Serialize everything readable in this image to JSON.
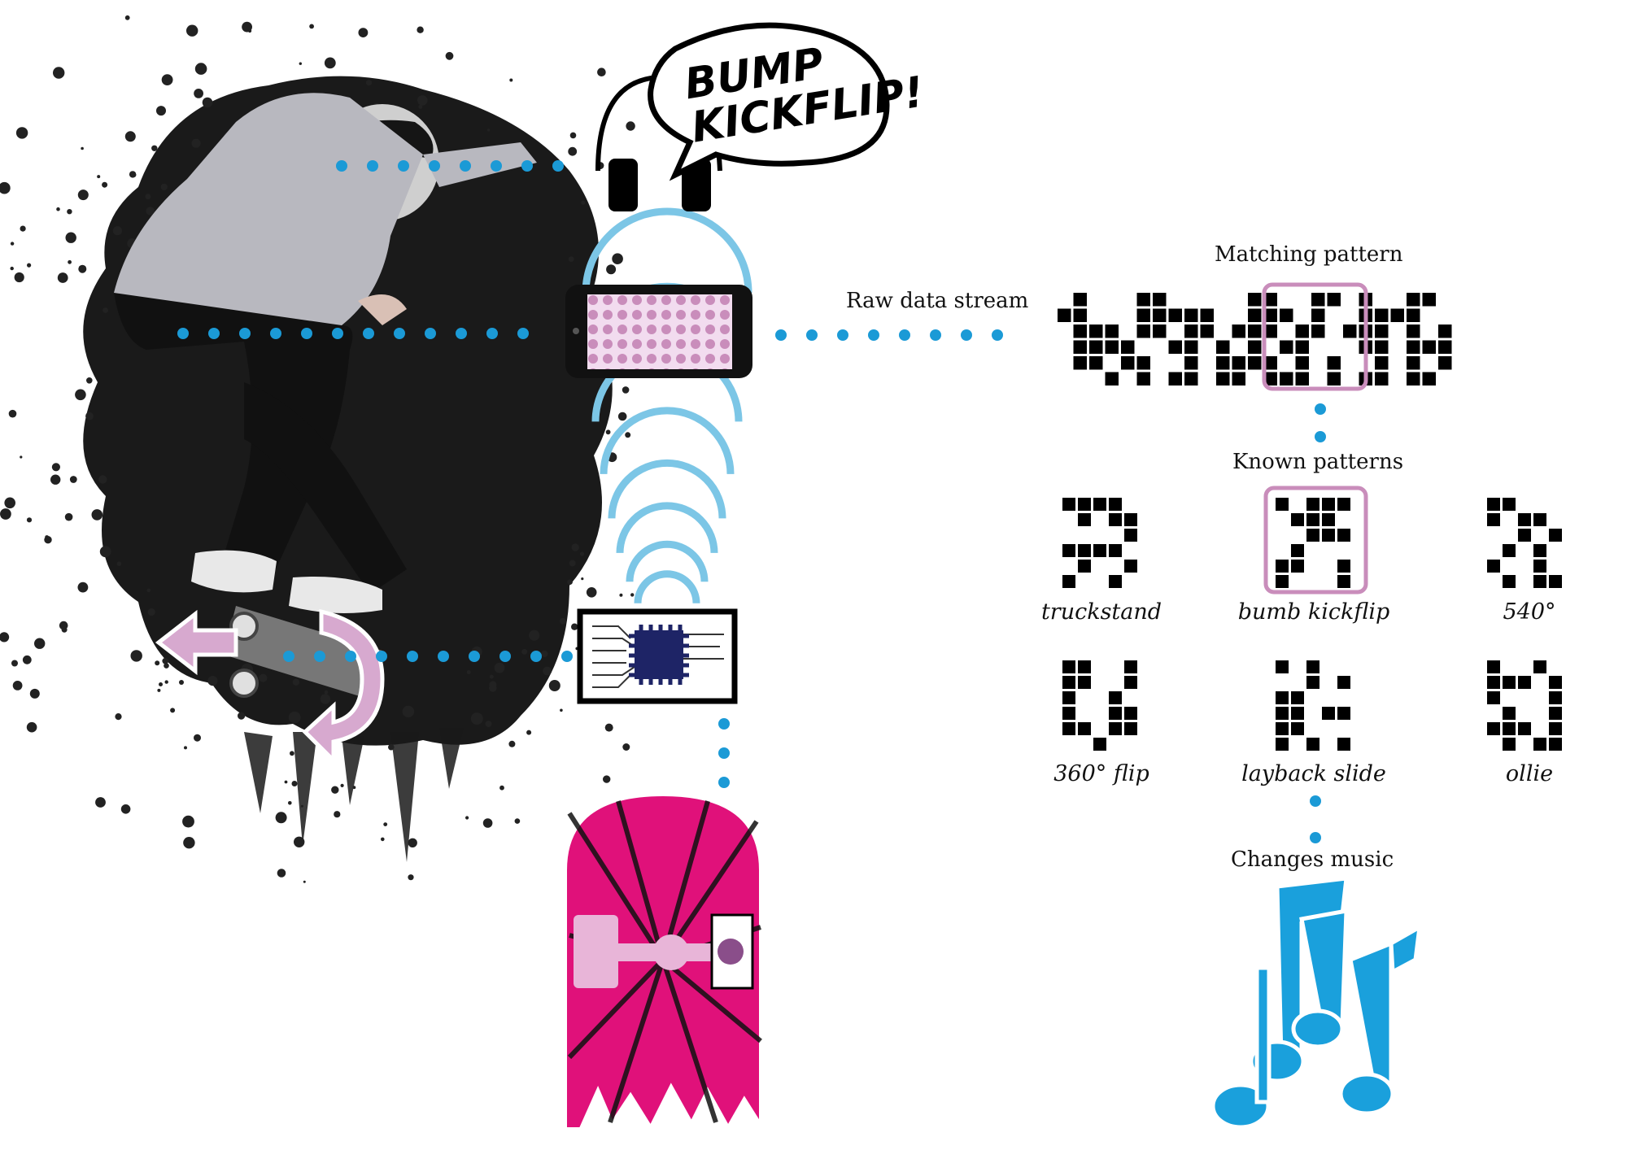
{
  "speech_bubble": {
    "line1": "BUMP",
    "line2": "KICKFLIP!"
  },
  "labels": {
    "raw_data_stream": "Raw data stream",
    "matching_pattern": "Matching pattern",
    "known_patterns": "Known patterns",
    "changes_music": "Changes music"
  },
  "known_patterns": [
    {
      "name": "truckstand"
    },
    {
      "name": "bumb kickflip",
      "matched": true
    },
    {
      "name": "540°"
    },
    {
      "name": "360° flip"
    },
    {
      "name": "layback slide"
    },
    {
      "name": "ollie"
    }
  ],
  "colors": {
    "dot_line": "#1b9ad6",
    "highlight": "#c98dbb",
    "deck_pink": "#e0117a",
    "music_blue": "#1aa0dc",
    "wave_blue": "#7cc6e6",
    "chip_navy": "#1e2466"
  },
  "icons": [
    "headphones-icon",
    "phone-icon",
    "sensor-chip-icon",
    "skateboard-deck-icon",
    "rotation-arrow-icon",
    "music-notes-icon"
  ]
}
